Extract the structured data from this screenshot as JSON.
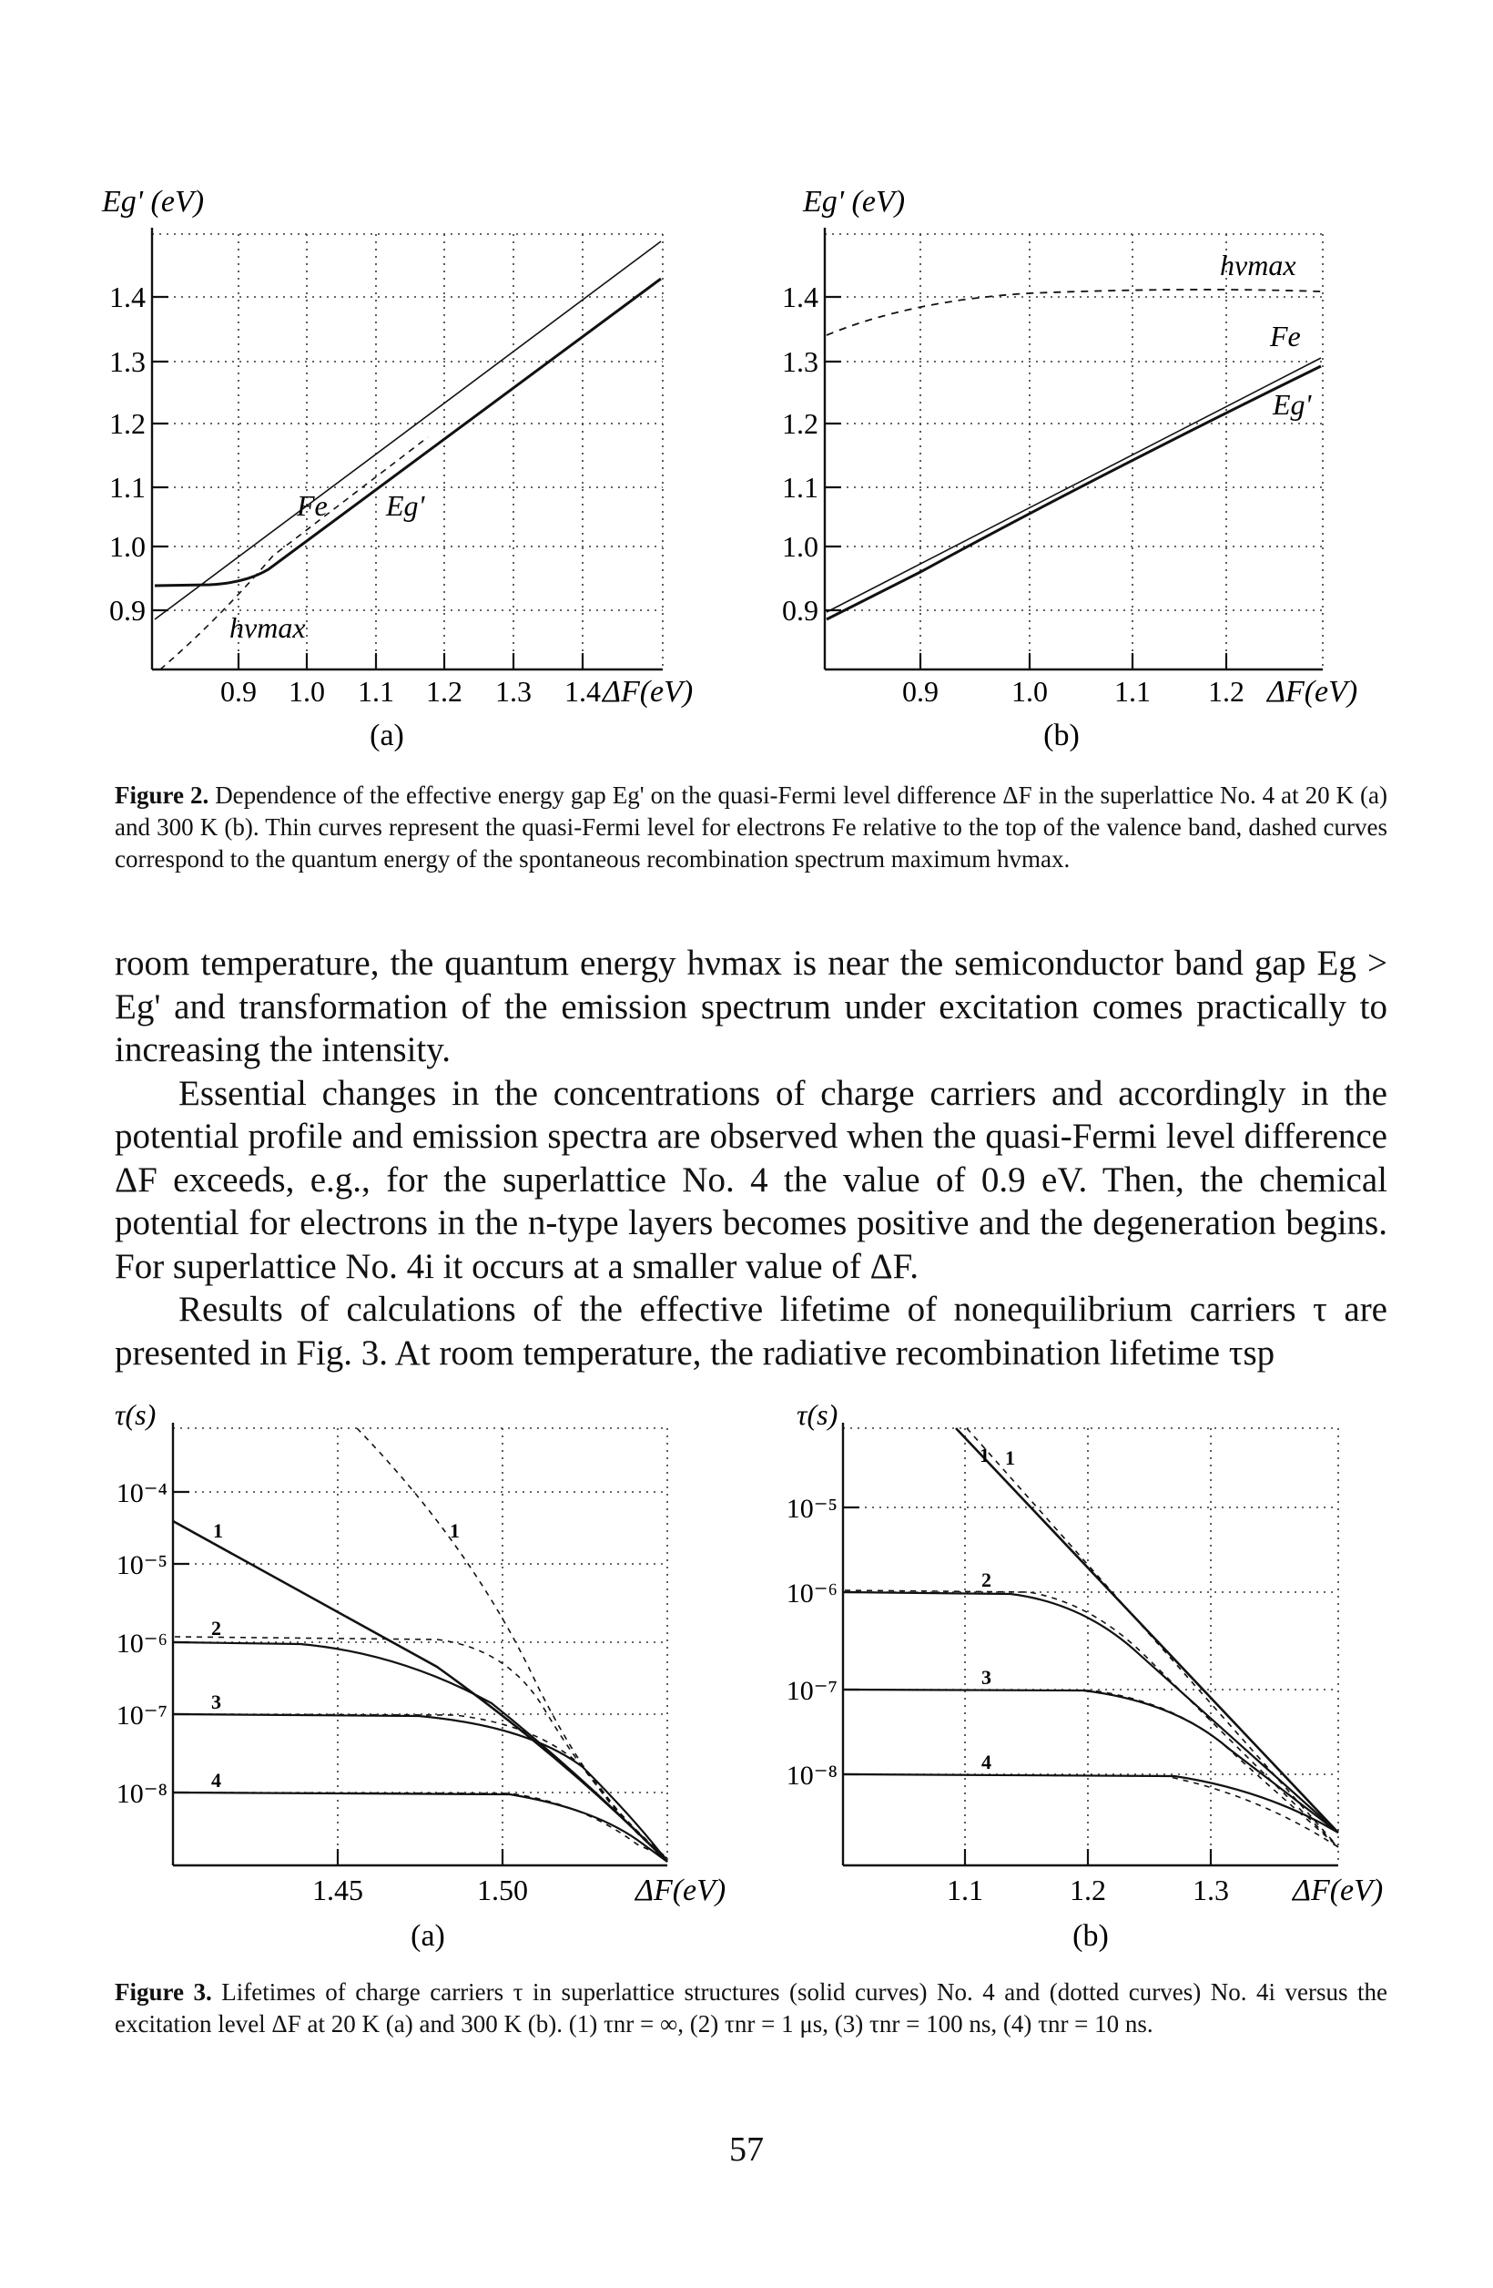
{
  "figure2": {
    "panel_a": {
      "ylabel": "Eg' (eV)",
      "xlabel": "ΔF(eV)",
      "x_ticks": [
        "0.9",
        "1.0",
        "1.1",
        "1.2",
        "1.3",
        "1.4"
      ],
      "y_ticks": [
        "1.4",
        "1.3",
        "1.2",
        "1.1",
        "1.0",
        "0.9"
      ],
      "curve_labels": {
        "fe": "Fe",
        "eg": "Eg'",
        "hv": "hνmax"
      },
      "panel_label": "(a)"
    },
    "panel_b": {
      "ylabel": "Eg' (eV)",
      "xlabel": "ΔF(eV)",
      "x_ticks": [
        "0.9",
        "1.0",
        "1.1",
        "1.2"
      ],
      "y_ticks": [
        "1.4",
        "1.3",
        "1.2",
        "1.1",
        "1.0",
        "0.9"
      ],
      "curve_labels": {
        "fe": "Fe",
        "eg": "Eg'",
        "hv": "hνmax"
      },
      "panel_label": "(b)"
    },
    "caption_label": "Figure 2.",
    "caption_text": "Dependence of the effective energy gap Eg' on the quasi-Fermi level difference ΔF in the superlattice No. 4 at 20 K (a) and 300 K (b). Thin curves represent the quasi-Fermi level for electrons Fe relative to the top of the valence band, dashed curves correspond to the quantum energy of the spontaneous recombination spectrum maximum hvmax."
  },
  "body": {
    "p1": "room temperature, the quantum energy hνmax is near the semiconductor band gap Eg > Eg' and transformation of the emission spectrum under excitation comes practically to increasing the intensity.",
    "p2": "Essential changes in the concentrations of charge carriers and accordingly in the potential profile and emission spectra are observed when the quasi-Fermi level difference ΔF exceeds, e.g., for the superlattice No. 4 the value of 0.9 eV. Then, the chemical potential for electrons in the n-type layers becomes positive and the degeneration begins. For superlattice No. 4i it occurs at a smaller value of ΔF.",
    "p3": "Results of calculations of the effective lifetime of nonequilibrium carriers τ are presented in Fig. 3. At room temperature, the radiative recombination lifetime τsp"
  },
  "figure3": {
    "panel_a": {
      "ylabel": "τ(s)",
      "xlabel": "ΔF(eV)",
      "x_ticks": [
        "1.45",
        "1.50"
      ],
      "y_ticks": [
        "10⁻⁴",
        "10⁻⁵",
        "10⁻⁶",
        "10⁻⁷",
        "10⁻⁸"
      ],
      "curve_numbers": [
        "1",
        "1",
        "2",
        "3",
        "4"
      ],
      "panel_label": "(a)"
    },
    "panel_b": {
      "ylabel": "τ(s)",
      "xlabel": "ΔF(eV)",
      "x_ticks": [
        "1.1",
        "1.2",
        "1.3"
      ],
      "y_ticks": [
        "10⁻⁵",
        "10⁻⁶",
        "10⁻⁷",
        "10⁻⁸"
      ],
      "curve_numbers": [
        "1",
        "1",
        "2",
        "3",
        "4"
      ],
      "panel_label": "(b)"
    },
    "caption_label": "Figure 3.",
    "caption_text": "Lifetimes of charge carriers τ in superlattice structures (solid curves) No. 4 and (dotted curves) No. 4i versus the excitation level ΔF at 20 K (a) and 300 K (b). (1) τnr = ∞, (2) τnr = 1 μs, (3) τnr = 100 ns, (4) τnr = 10 ns."
  },
  "page_number": "57"
}
